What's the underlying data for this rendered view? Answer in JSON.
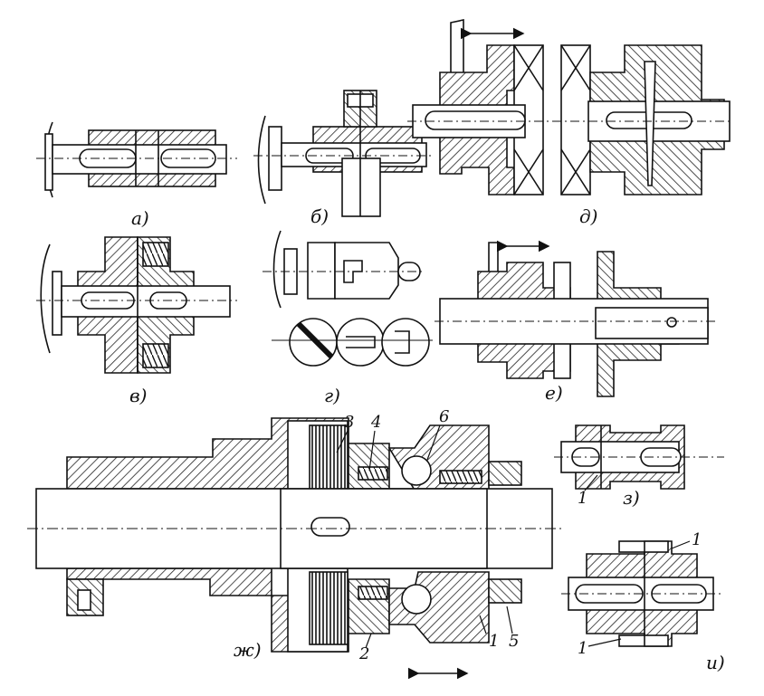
{
  "figure_labels": {
    "a": "а)",
    "b": "б)",
    "v": "в)",
    "g": "г)",
    "d": "д)",
    "e": "е)",
    "zh": "ж)",
    "z": "з)",
    "i": "и)"
  },
  "part_numbers": {
    "zh": [
      "1",
      "2",
      "3",
      "4",
      "5",
      "6"
    ],
    "z": [
      "1"
    ],
    "i": [
      "1",
      "1"
    ]
  }
}
